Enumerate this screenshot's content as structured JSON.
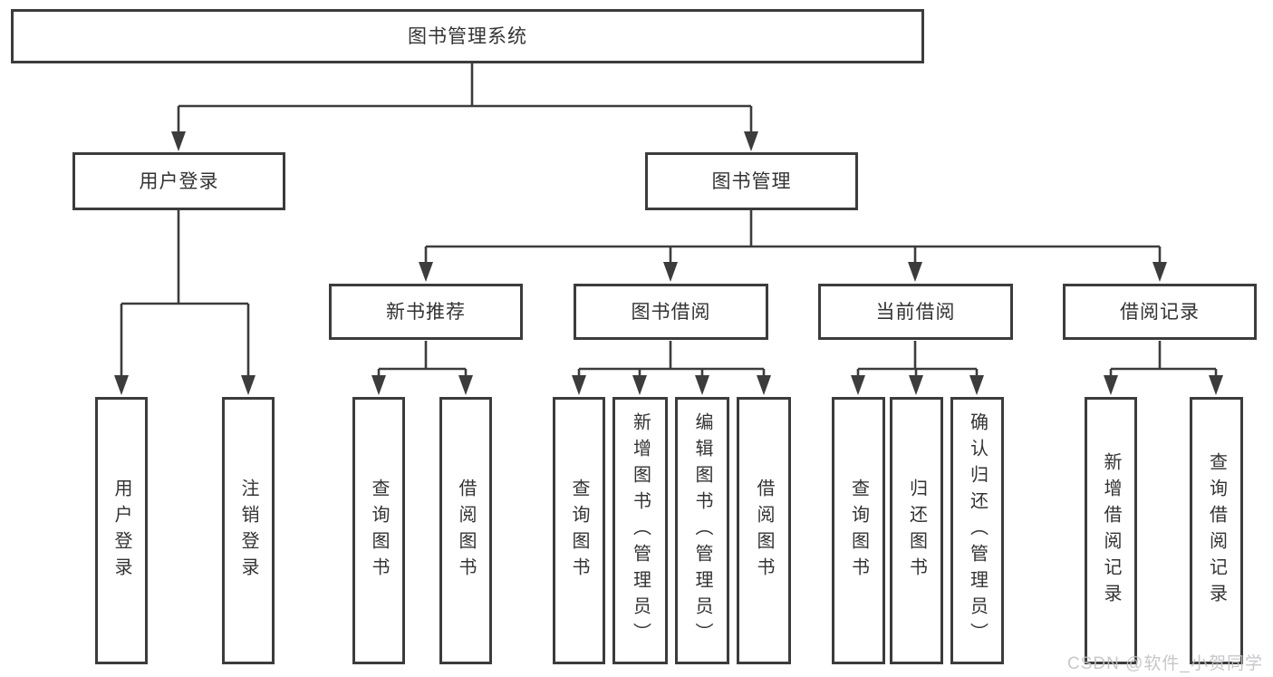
{
  "nodes": {
    "root": "图书管理系统",
    "user_login": "用户登录",
    "book_mgmt": "图书管理",
    "new_book": "新书推荐",
    "book_borrow": "图书借阅",
    "current_borrow": "当前借阅",
    "borrow_record": "借阅记录",
    "leaf_user_login": "用户登录",
    "leaf_logout": "注销登录",
    "leaf_query_book_1": "查询图书",
    "leaf_borrow_book_1": "借阅图书",
    "leaf_query_book_2": "查询图书",
    "leaf_add_book": "新增图书（管理员）",
    "leaf_edit_book": "编辑图书（管理员）",
    "leaf_borrow_book_2": "借阅图书",
    "leaf_query_book_3": "查询图书",
    "leaf_return_book": "归还图书",
    "leaf_confirm_return": "确认归还（管理员）",
    "leaf_add_record": "新增借阅记录",
    "leaf_query_record": "查询借阅记录"
  },
  "watermark": "CSDN @软件_小贺同学",
  "colors": {
    "line": "#3c3c3c",
    "text": "#333333",
    "canvas": "#ffffff",
    "watermark": "#c2c2c6"
  }
}
